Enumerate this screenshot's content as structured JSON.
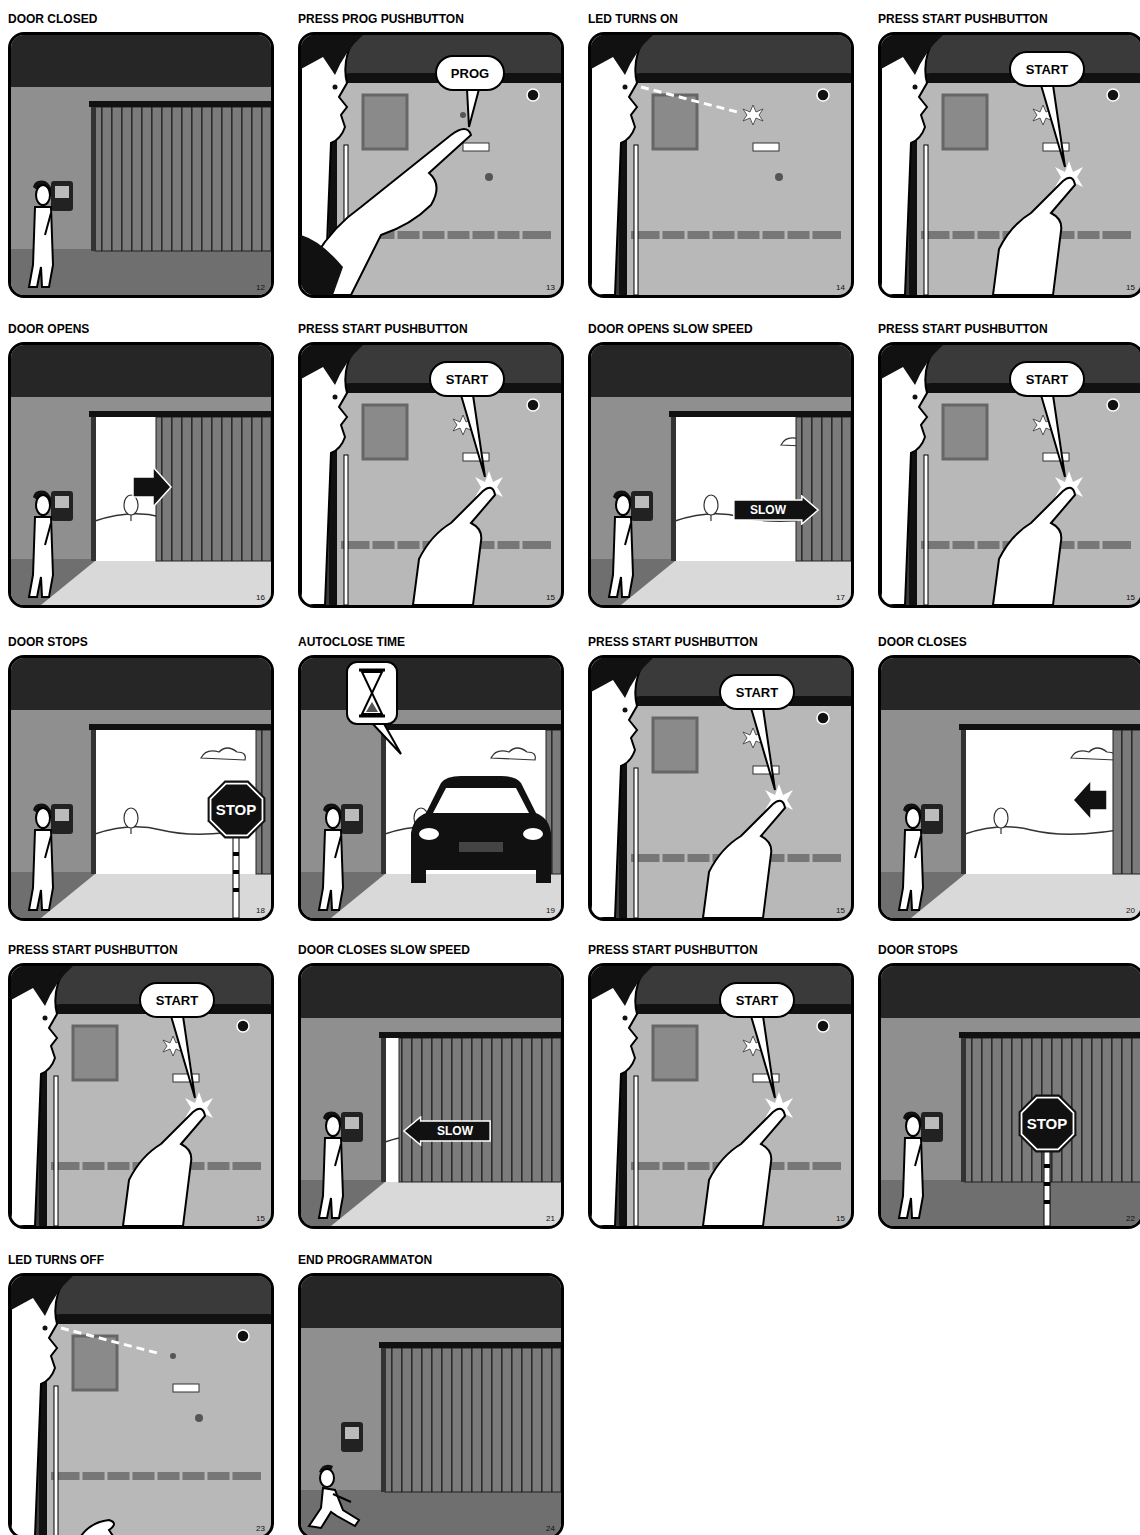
{
  "diagram": {
    "nodes": [
      {
        "text": [
          "DOOR CLOSED",
          "12"
        ]
      },
      {
        "text": [
          "PRESS PROG PUSHBUTTON",
          "13"
        ]
      },
      {
        "text": [
          "PROG"
        ],
        "in": 1
      },
      {
        "text": [
          "LED TURNS ON",
          "14"
        ]
      },
      {
        "text": [
          "PRESS START PUSHBUTTON",
          "15"
        ]
      },
      {
        "text": [
          "START"
        ],
        "in": 4
      },
      {
        "text": [
          "DOOR OPENS",
          "16"
        ]
      },
      {
        "text": [
          "PRESS START PUSHBUTTON",
          "15"
        ]
      },
      {
        "text": [
          "START"
        ],
        "in": 7
      },
      {
        "text": [
          "DOOR OPENS SLOW SPEED",
          "17"
        ]
      },
      {
        "text": [
          "SLOW"
        ],
        "in": 9
      },
      {
        "text": [
          "PRESS START PUSHBUTTON",
          "15"
        ]
      },
      {
        "text": [
          "START"
        ],
        "in": 11
      },
      {
        "text": [
          "DOOR STOPS",
          "18"
        ]
      },
      {
        "text": [
          "STOP"
        ],
        "in": 13
      },
      {
        "text": [
          "AUTOCLOSE TIME",
          "19"
        ]
      },
      {
        "text": [
          "PRESS START PUSHBUTTON",
          "15"
        ]
      },
      {
        "text": [
          "START"
        ],
        "in": 16
      },
      {
        "text": [
          "DOOR CLOSES",
          "20"
        ]
      },
      {
        "text": [
          "PRESS START PUSHBUTTON",
          "15"
        ]
      },
      {
        "text": [
          "START"
        ],
        "in": 19
      },
      {
        "text": [
          "DOOR CLOSES SLOW SPEED",
          "21"
        ]
      },
      {
        "text": [
          "SLOW"
        ],
        "in": 21
      },
      {
        "text": [
          "PRESS START PUSHBUTTON",
          "15"
        ]
      },
      {
        "text": [
          "START"
        ],
        "in": 23
      },
      {
        "text": [
          "DOOR STOPS",
          "22"
        ]
      },
      {
        "text": [
          "STOP"
        ],
        "in": 25
      },
      {
        "text": [
          "LED TURNS OFF",
          "23"
        ]
      },
      {
        "text": [
          "END PROGRAMMATON",
          "24"
        ]
      }
    ]
  }
}
